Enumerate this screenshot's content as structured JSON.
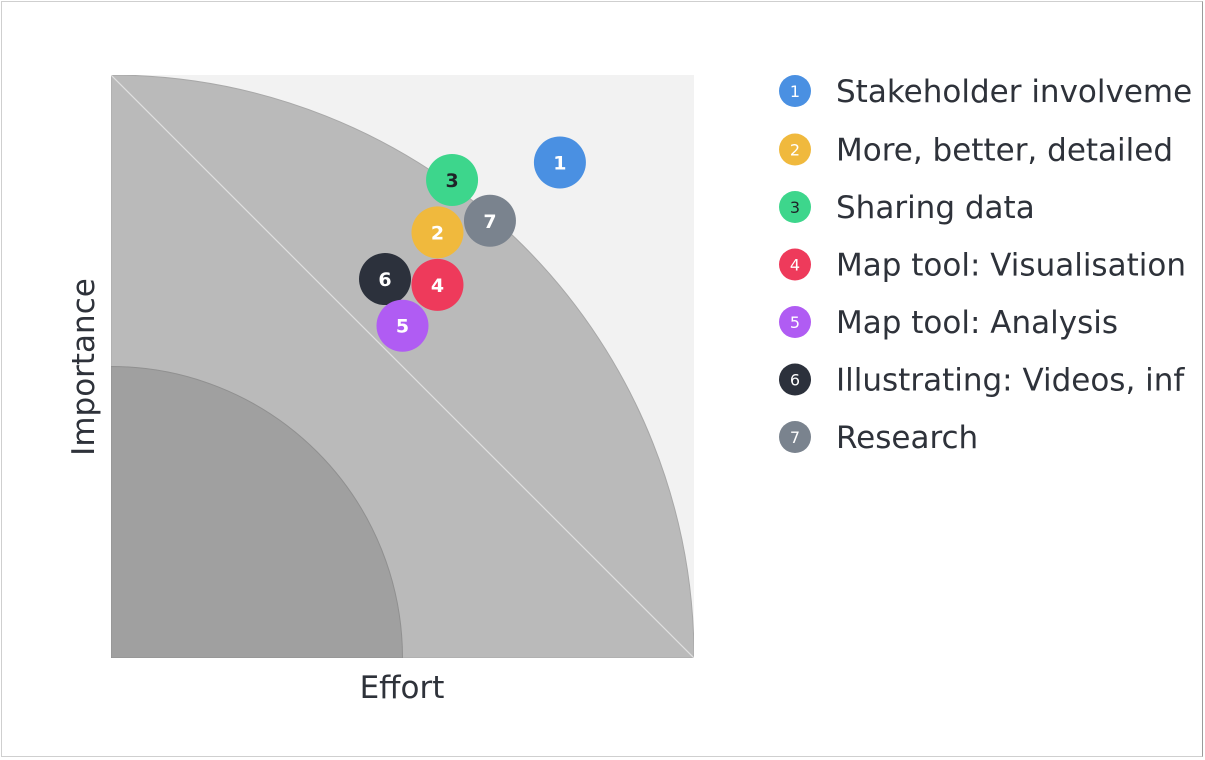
{
  "chart_data": {
    "type": "scatter",
    "title": "",
    "xlabel": "Effort",
    "ylabel": "Importance",
    "xlim": [
      0,
      10
    ],
    "ylim": [
      0,
      10
    ],
    "grid": false,
    "legend_placement": "right",
    "background_zones": [
      "inner",
      "middle",
      "outer"
    ],
    "colors": {
      "zone_outer": "#f2f2f2",
      "zone_middle": "#bababa",
      "zone_inner": "#a0a0a0",
      "diagonal": "#e0e0e0"
    },
    "points": [
      {
        "id": "1",
        "label": "Stakeholder involveme",
        "x": 7.7,
        "y": 8.5,
        "color": "#4a90e2",
        "text_color": "#ffffff"
      },
      {
        "id": "2",
        "label": "More, better, detailed",
        "x": 5.6,
        "y": 7.3,
        "color": "#f0b93d",
        "text_color": "#ffffff"
      },
      {
        "id": "3",
        "label": "Sharing data",
        "x": 5.85,
        "y": 8.2,
        "color": "#3dd68c",
        "text_color": "#1f2328"
      },
      {
        "id": "4",
        "label": "Map tool: Visualisation",
        "x": 5.6,
        "y": 6.4,
        "color": "#ee3a5b",
        "text_color": "#ffffff"
      },
      {
        "id": "5",
        "label": "Map tool: Analysis",
        "x": 5.0,
        "y": 5.7,
        "color": "#b05cf3",
        "text_color": "#ffffff"
      },
      {
        "id": "6",
        "label": "Illustrating: Videos, inf",
        "x": 4.7,
        "y": 6.5,
        "color": "#2c313c",
        "text_color": "#ffffff"
      },
      {
        "id": "7",
        "label": "Research",
        "x": 6.5,
        "y": 7.5,
        "color": "#7a838e",
        "text_color": "#ffffff"
      }
    ]
  }
}
